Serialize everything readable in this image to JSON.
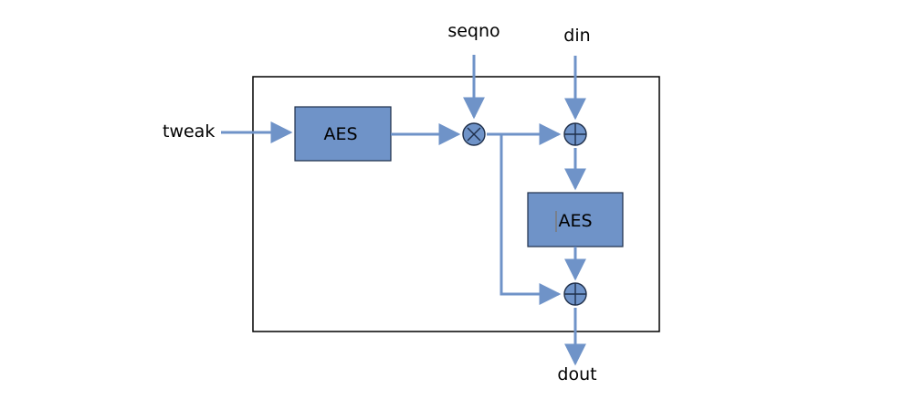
{
  "diagram": {
    "inputs": {
      "tweak": "tweak",
      "seqno": "seqno",
      "din": "din"
    },
    "output": {
      "dout": "dout"
    },
    "blocks": {
      "aes_top": "AES",
      "aes_bottom": "AES"
    },
    "operators": {
      "multiply": "multiply",
      "xor_top": "xor",
      "xor_bottom": "xor"
    },
    "colors": {
      "line": "#6f93c8",
      "block_fill": "#6f93c8",
      "block_stroke": "#1f2f4a",
      "frame_stroke": "#000000",
      "cursor": "#7a7a7a"
    }
  }
}
